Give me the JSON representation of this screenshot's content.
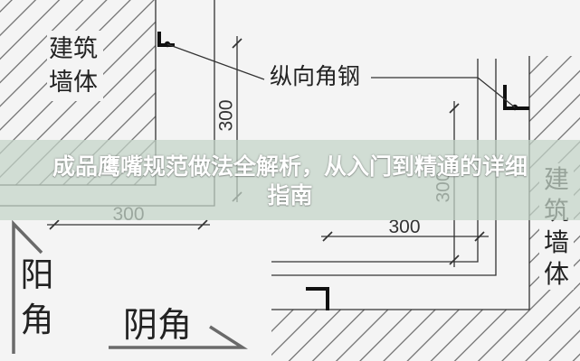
{
  "banner": {
    "title_lines": [
      "成品鹰嘴规范做法全解析，从入门到精通的详细",
      "指南"
    ]
  },
  "drawing": {
    "callout_label": "纵向角钢",
    "outer_corner": {
      "wall_label": "建筑墙体",
      "corner_label": "阳角",
      "dimension_vertical": "300",
      "dimension_horizontal": "300"
    },
    "inner_corner": {
      "wall_label": "建筑墙体",
      "corner_label": "阴角",
      "dimension_vertical": "300",
      "dimension_horizontal": "300"
    }
  },
  "colors": {
    "background": "#f4f4f4",
    "line": "#333333",
    "hatch": "#5c5c5c",
    "steel": "#111111",
    "marker": "#6a6a6a",
    "banner_tint": "#c4d4c8",
    "title_text": "#ffffff",
    "label_text": "#222222"
  }
}
